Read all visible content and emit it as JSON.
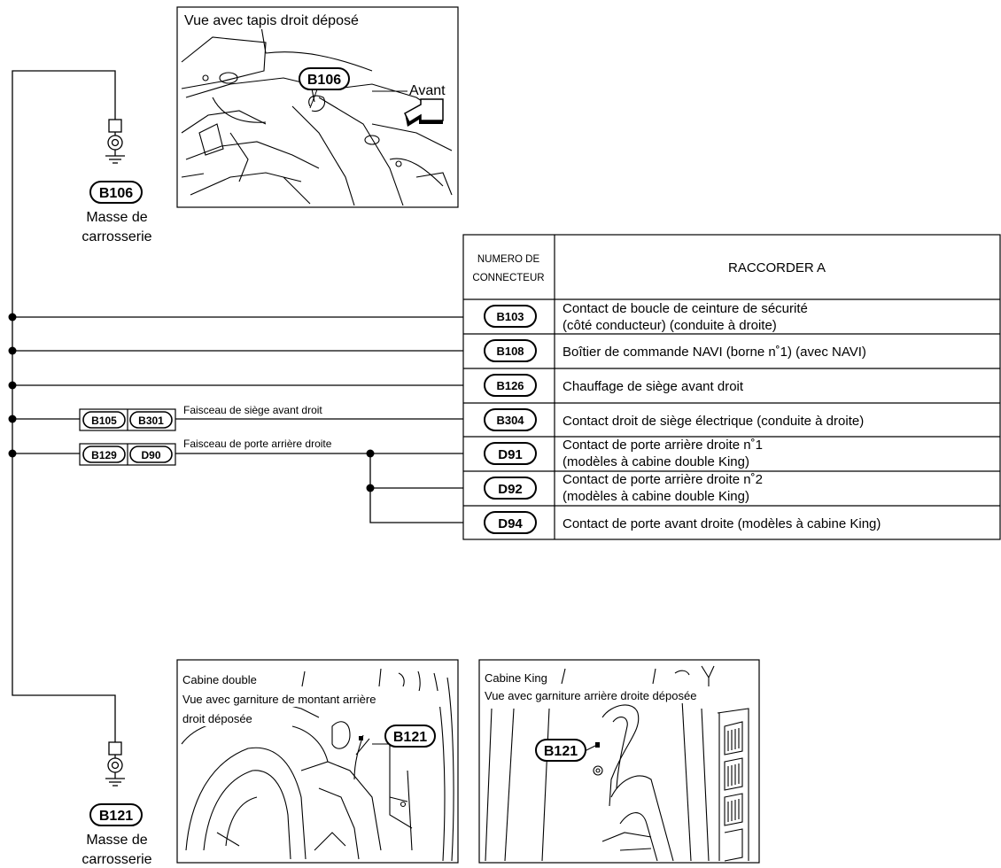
{
  "top_inset": {
    "caption": "Vue avec tapis droit déposé",
    "connector": "B106",
    "direction_label": "Avant"
  },
  "ground_top": {
    "connector": "B106",
    "label_line1": "Masse de",
    "label_line2": "carrosserie"
  },
  "ground_bottom": {
    "connector": "B121",
    "label_line1": "Masse de",
    "label_line2": "carrosserie"
  },
  "harness_junctions": [
    {
      "left": "B105",
      "right": "B301",
      "label": "Faisceau de siège avant droit"
    },
    {
      "left": "B129",
      "right": "D90",
      "label": "Faisceau de porte arrière droite"
    }
  ],
  "table": {
    "header_col1_line1": "NUMERO DE",
    "header_col1_line2": "CONNECTEUR",
    "header_col2": "RACCORDER A",
    "rows": [
      {
        "connector": "B103",
        "line1": "Contact de boucle de ceinture de sécurité",
        "line2": "(côté conducteur) (conduite à droite)"
      },
      {
        "connector": "B108",
        "line1": "Boîtier de commande NAVI (borne n˚1) (avec NAVI)",
        "line2": ""
      },
      {
        "connector": "B126",
        "line1": "Chauffage de siège avant droit",
        "line2": ""
      },
      {
        "connector": "B304",
        "line1": "Contact droit de siège électrique (conduite à droite)",
        "line2": ""
      },
      {
        "connector": "D91",
        "line1": "Contact de porte arrière droite n˚1",
        "line2": "(modèles à cabine double King)"
      },
      {
        "connector": "D92",
        "line1": "Contact de porte arrière droite n˚2",
        "line2": "(modèles à cabine double King)"
      },
      {
        "connector": "D94",
        "line1": "Contact de porte avant droite (modèles à cabine King)",
        "line2": ""
      }
    ]
  },
  "bottom_inset_left": {
    "caption1": "Cabine double",
    "caption2": "Vue avec garniture de montant arrière",
    "caption3": "droit déposée",
    "connector": "B121"
  },
  "bottom_inset_right": {
    "caption1": "Cabine King",
    "caption2": "Vue avec garniture arrière droite déposée",
    "connector": "B121"
  }
}
